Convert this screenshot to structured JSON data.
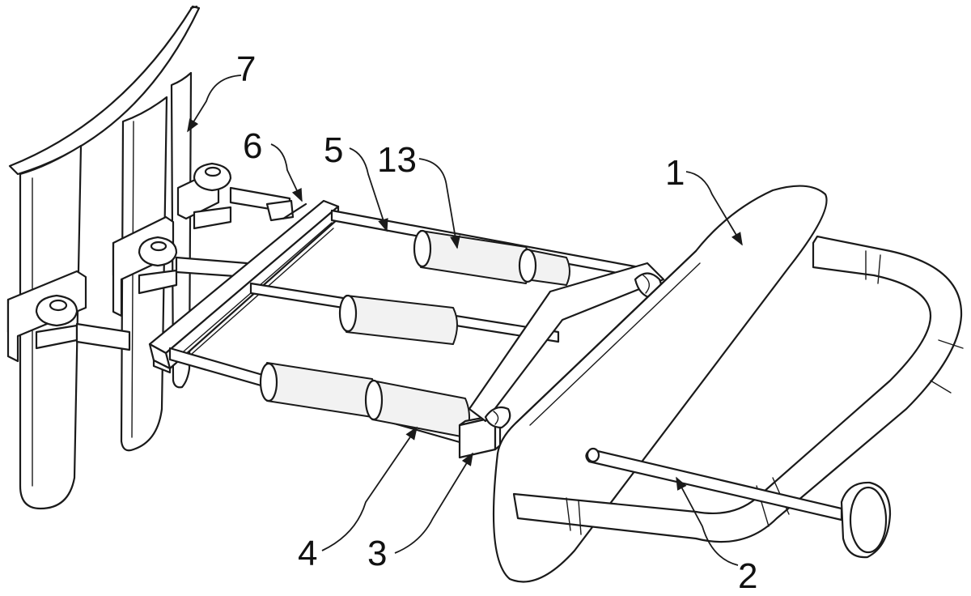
{
  "callouts": {
    "c1": "1",
    "c2": "2",
    "c3": "3",
    "c4": "4",
    "c5": "5",
    "c6": "6",
    "c7": "7",
    "c13": "13"
  }
}
